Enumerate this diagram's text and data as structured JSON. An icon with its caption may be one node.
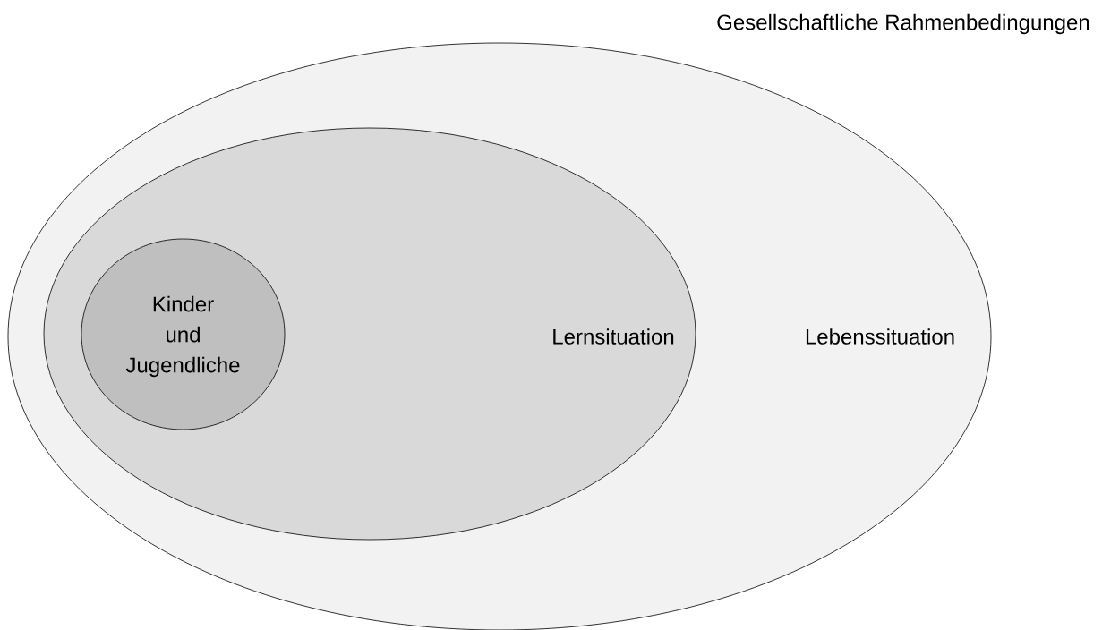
{
  "diagram": {
    "nodes": [
      {
        "text": [
          "Lebenssituation"
        ]
      },
      {
        "text": [
          "Lernsituation"
        ],
        "in": 0
      },
      {
        "text": [
          "Kinder und Jugendliche"
        ],
        "in": 1
      }
    ],
    "labels": [
      "Gesellschaftliche Rahmenbedingungen"
    ]
  }
}
